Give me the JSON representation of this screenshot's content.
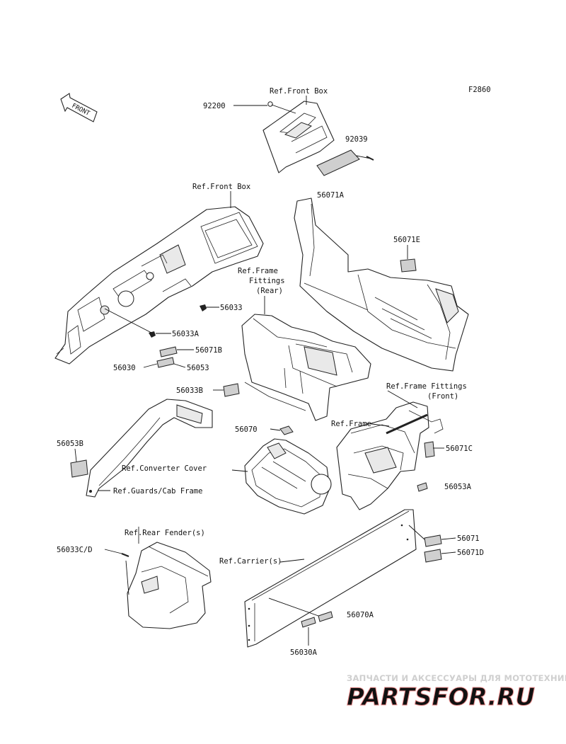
{
  "figure_code": "F2860",
  "front_tag": "FRONT",
  "refs": {
    "front_box_top": "Ref.Front Box",
    "front_box_mid": "Ref.Front Box",
    "frame_fittings_rear_1": "Ref.Frame",
    "frame_fittings_rear_2": "Fittings",
    "frame_fittings_rear_3": "(Rear)",
    "frame_fittings_front_1": "Ref.Frame Fittings",
    "frame_fittings_front_2": "(Front)",
    "frame": "Ref.Frame",
    "converter_cover": "Ref.Converter Cover",
    "guards_cab_frame": "Ref.Guards/Cab Frame",
    "rear_fenders": "Ref.Rear Fender(s)",
    "carriers": "Ref.Carrier(s)"
  },
  "parts": {
    "p92200": "92200",
    "p92039": "92039",
    "p56071A": "56071A",
    "p56071E": "56071E",
    "p56033": "56033",
    "p56033A": "56033A",
    "p56071B": "56071B",
    "p56030": "56030",
    "p56053": "56053",
    "p56033B": "56033B",
    "p56070": "56070",
    "p56071C": "56071C",
    "p56053A": "56053A",
    "p56053B": "56053B",
    "p56071": "56071",
    "p56071D": "56071D",
    "p56033CD": "56033C/D",
    "p56070A": "56070A",
    "p56030A": "56030A"
  },
  "watermark": {
    "tagline": "ЗАПЧАСТИ И АКСЕССУАРЫ ДЛЯ МОТОТЕХНИКИ",
    "logo": "PARTSFOR.RU",
    "colors": {
      "tagline": "#cfcfcf",
      "logo_fill": "#f1b3b3",
      "logo_stroke": "#e88a8a"
    }
  }
}
